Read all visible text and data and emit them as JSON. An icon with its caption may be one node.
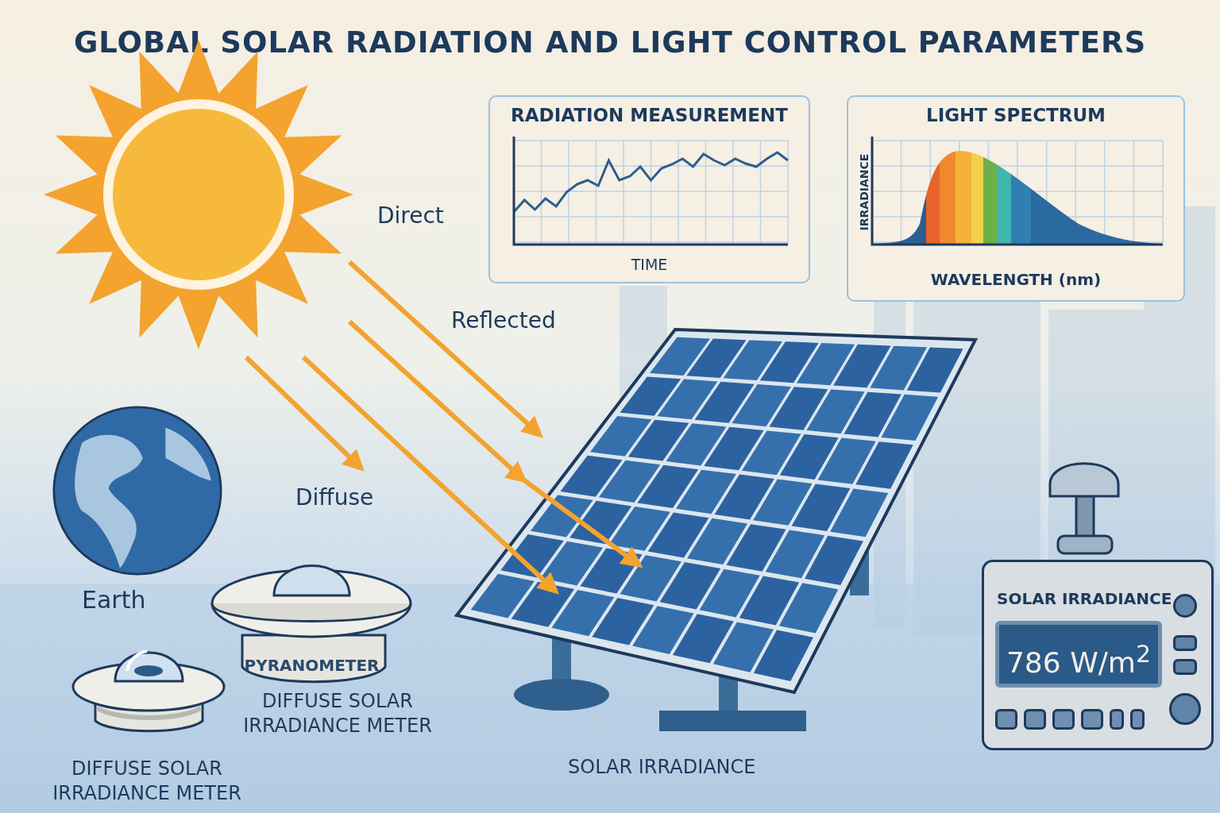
{
  "diagram": {
    "title": "GLOBAL SOLAR RADIATION AND LIGHT CONTROL PARAMETERS",
    "nodes": [
      {
        "text": [],
        "shape": "picture"
      },
      {
        "text": [
          "RADIATION MEASUREMENT",
          "TIME"
        ]
      },
      {
        "text": [
          "LIGHT SPECTRUM",
          "IRRADIANCE",
          "WAVELENGTH (nm)"
        ]
      },
      {
        "text": [],
        "shape": "picture",
        "beside": [
          "Earth"
        ]
      },
      {
        "text": [],
        "shape": "picture",
        "beside": [
          "SOLAR IRRADIANCE"
        ]
      },
      {
        "text": [
          "PYRANOMETER"
        ],
        "beside": [
          "DIFFUSE SOLAR IRRADIANCE METER"
        ]
      },
      {
        "text": [
          "SOLAR IRRADIANCE",
          "786 W/m$^{2}$"
        ]
      },
      {
        "text": [],
        "shape": "picture",
        "beside": [
          "DIFFUSE SOLAR IRRADIANCE METER"
        ]
      }
    ],
    "edges": [
      {
        "from": 0,
        "to": null,
        "arrow": "to",
        "label": "Diffuse"
      },
      {
        "from": 0,
        "to": null,
        "arrow": "to"
      },
      {
        "from": 0,
        "to": 4,
        "arrow": "to"
      },
      {
        "from": 0,
        "to": 4,
        "arrow": "to"
      }
    ],
    "labels": [
      "Direct",
      "Reflected"
    ]
  }
}
